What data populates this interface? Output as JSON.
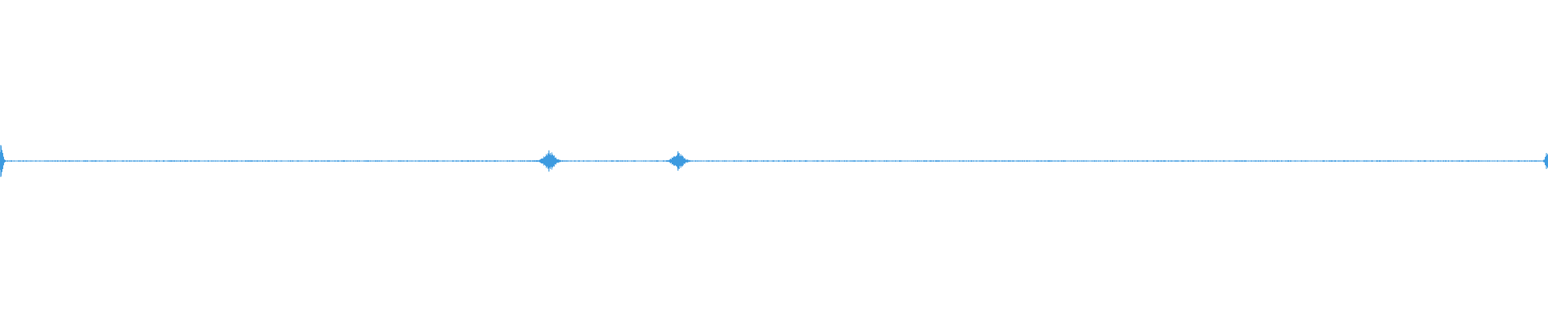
{
  "colors": {
    "background": "#ffffff",
    "waveform": "#3d9be0"
  },
  "chart_data": {
    "type": "line",
    "title": "",
    "xlabel": "",
    "ylabel": "",
    "grid": false,
    "legend": "none",
    "ylim": [
      -1,
      1
    ],
    "xlim": [
      0,
      1
    ],
    "baseline_noise_amplitude": 0.003,
    "series": [
      {
        "values_description_note": "",
        "transients": [
          {
            "x": 0.0005,
            "amplitude": 0.09,
            "width": 0.001
          },
          {
            "x": 0.3548,
            "amplitude": 0.06,
            "width": 0.003
          },
          {
            "x": 0.4382,
            "amplitude": 0.055,
            "width": 0.0028
          },
          {
            "x": 0.9995,
            "amplitude": 0.045,
            "width": 0.001
          }
        ]
      }
    ]
  }
}
